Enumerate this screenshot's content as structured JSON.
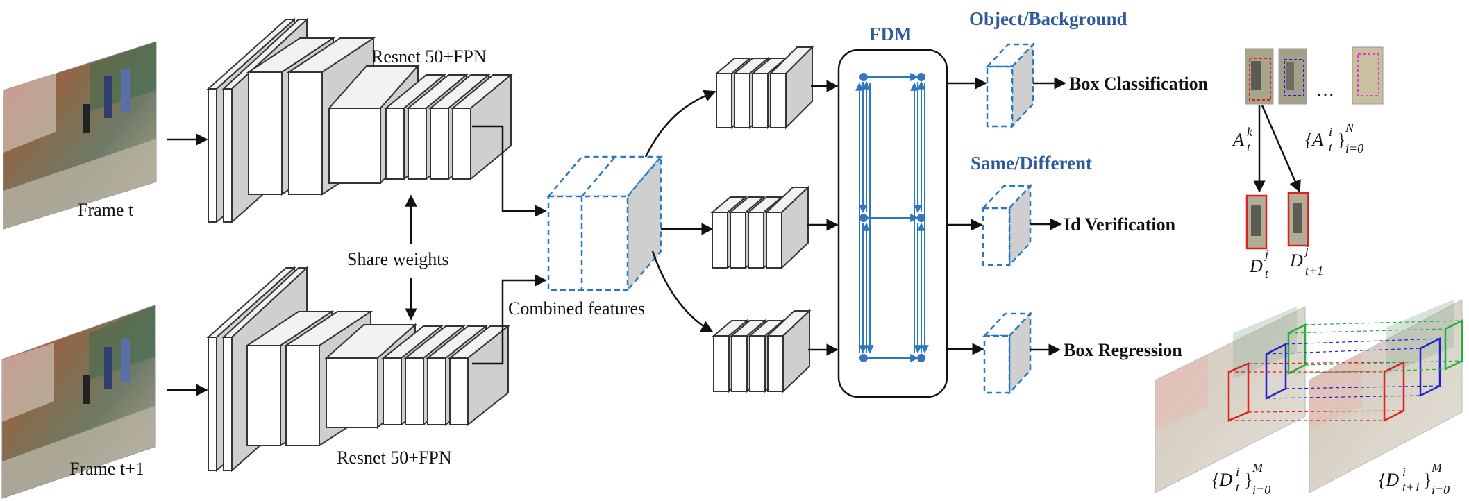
{
  "inputs": {
    "frame_top": "Frame t",
    "frame_bottom": "Frame t+1"
  },
  "backbone": {
    "top_label": "Resnet 50+FPN",
    "bottom_label": "Resnet 50+FPN",
    "share_label": "Share weights"
  },
  "combined_label": "Combined features",
  "fdm_label": "FDM",
  "heads": {
    "cls_group": "Object/Background",
    "cls_label": "Box Classification",
    "id_group": "Same/Different",
    "id_label": "Id Verification",
    "reg_label": "Box Regression"
  },
  "math": {
    "anchor_k_base": "A",
    "anchor_k_sub": "t",
    "anchor_k_sup": "k",
    "anchor_set_base": "{A",
    "anchor_set_sub": "t",
    "anchor_set_sup": "i",
    "anchor_set_close": "}",
    "anchor_set_range_sub": "i=0",
    "anchor_set_range_sup": "N",
    "ellipsis": "…",
    "d_t_base": "D",
    "d_t_sub": "t",
    "d_t_sup": "j",
    "d_t1_base": "D",
    "d_t1_sub": "t+1",
    "d_t1_sup": "j",
    "dset_t_base": "{D",
    "dset_t_sub": "t",
    "dset_t_sup": "i",
    "dset_t_close": "}",
    "dset_t_range_sub": "i=0",
    "dset_t_range_sup": "M",
    "dset_t1_base": "{D",
    "dset_t1_sub": "t+1",
    "dset_t1_sup": "i",
    "dset_t1_close": "}",
    "dset_t1_range_sub": "i=0",
    "dset_t1_range_sup": "M"
  },
  "colors": {
    "accent_blue": "#2a78c2",
    "label_blue": "#2e5a9c",
    "box_red": "#e02020",
    "box_blue": "#2020d0",
    "box_green": "#20b040",
    "box_magenta": "#e040c0"
  }
}
